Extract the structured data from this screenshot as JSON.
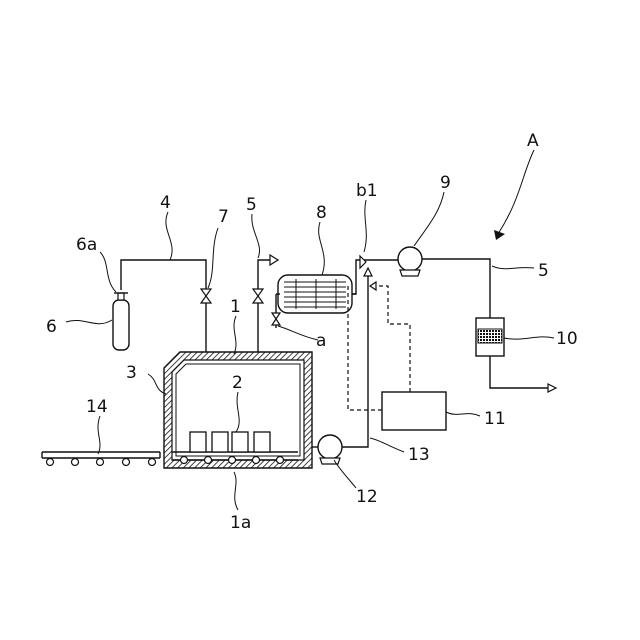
{
  "labels": {
    "A": "A",
    "n4": "4",
    "n7": "7",
    "n5_top": "5",
    "n8": "8",
    "b1": "b1",
    "n9": "9",
    "n5_right": "5",
    "n6a": "6a",
    "n6": "6",
    "n1": "1",
    "n3": "3",
    "n2": "2",
    "a": "a",
    "n10": "10",
    "n11": "11",
    "n14": "14",
    "n13": "13",
    "n12": "12",
    "n1a": "1a"
  }
}
